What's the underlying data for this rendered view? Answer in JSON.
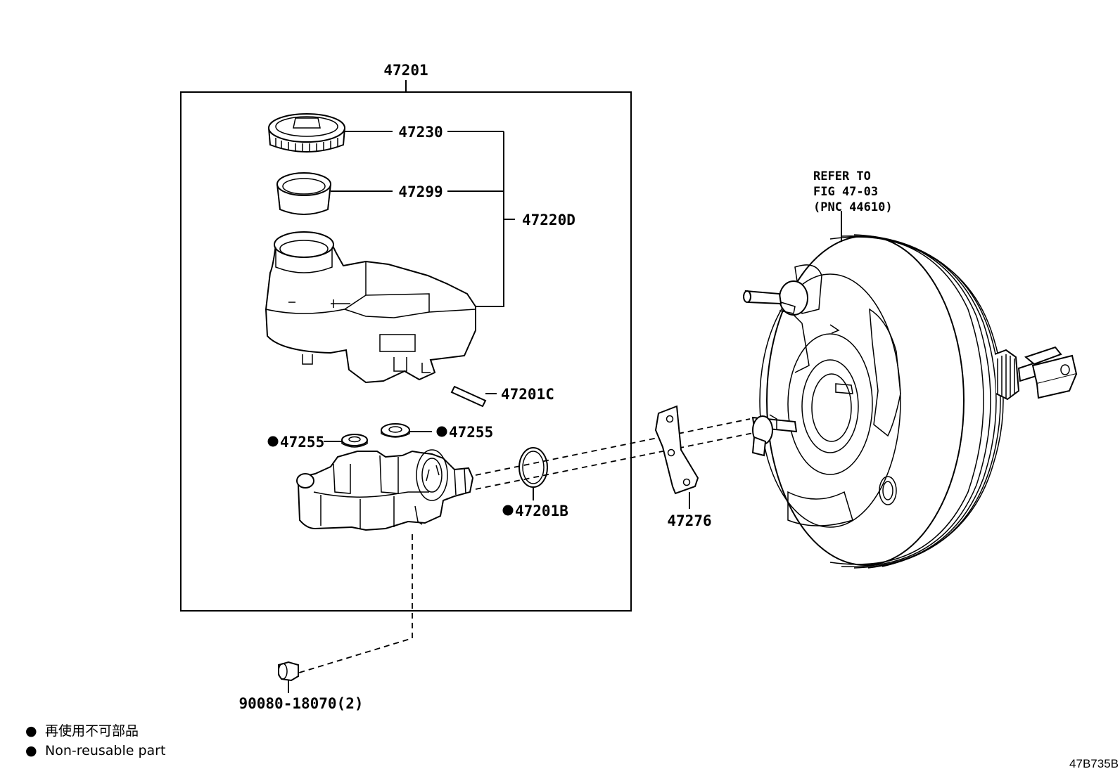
{
  "diagram": {
    "labels": {
      "assembly": "47201",
      "cap": "47230",
      "strainer": "47299",
      "reservoir": "47220D",
      "pin": "47201C",
      "grommet_left": "47255",
      "grommet_right": "47255",
      "oring": "47201B",
      "gasket": "47276",
      "nut": "90080-18070(2)"
    },
    "refer_note": [
      "REFER TO",
      "FIG 47-03",
      "(PNC 44610)"
    ],
    "legend": {
      "bullet": "●",
      "japanese": "再使用不可部品",
      "english": "Non-reusable part"
    },
    "figure_id": "47B735B"
  }
}
